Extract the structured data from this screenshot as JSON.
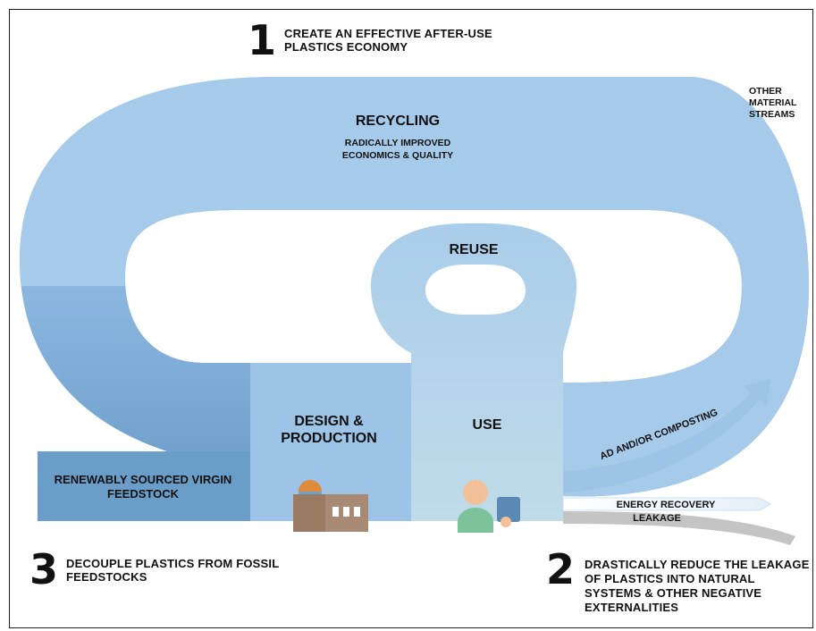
{
  "goal1": {
    "number": "1",
    "text": "CREATE AN EFFECTIVE AFTER-USE PLASTICS ECONOMY"
  },
  "goal2": {
    "number": "2",
    "text": "DRASTICALLY REDUCE THE LEAKAGE OF PLASTICS INTO NATURAL SYSTEMS & OTHER NEGATIVE EXTERNALITIES"
  },
  "goal3": {
    "number": "3",
    "text": "DECOUPLE PLASTICS FROM FOSSIL FEEDSTOCKS"
  },
  "loops": {
    "recycling_title": "RECYCLING",
    "recycling_sub": "RADICALLY IMPROVED ECONOMICS & QUALITY",
    "reuse": "REUSE"
  },
  "stages": {
    "feedstock": "RENEWABLY SOURCED VIRGIN FEEDSTOCK",
    "design": "DESIGN & PRODUCTION",
    "use": "USE"
  },
  "outputs": {
    "other_streams": "OTHER MATERIAL STREAMS",
    "ad_composting": "AD AND/OR COMPOSTING",
    "energy_recovery": "ENERGY RECOVERY",
    "leakage": "LEAKAGE"
  },
  "icons": [
    "factory-icon",
    "person-icon"
  ],
  "colors": {
    "light_blue": "#a9cdea",
    "mid_blue": "#9dc3e6",
    "dark_blue": "#6b9dc9",
    "use_blue": "#bcd9e8",
    "grey": "#c4c4c4"
  }
}
